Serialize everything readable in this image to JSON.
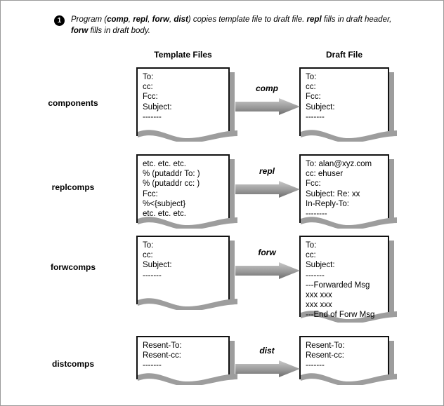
{
  "figure": {
    "caption": {
      "bullet": "1",
      "part1": "Program (",
      "prog1": "comp",
      "sep1": ", ",
      "prog2": "repl",
      "sep2": ", ",
      "prog3": "forw",
      "sep3": ", ",
      "prog4": "dist",
      "part2": ") copies template file to draft file. ",
      "prog5": "repl",
      "part3": " fills in draft header, ",
      "prog6": "forw",
      "part4": " fills in draft body."
    },
    "headers": {
      "template": "Template Files",
      "draft": "Draft File"
    },
    "colors": {
      "border": "#111111",
      "shadow": "#9d9d9d",
      "arrow_light": "#c9c9c9",
      "arrow_dark": "#6e6e6e",
      "frame": "#9a9a9a"
    },
    "rows": [
      {
        "label": "components",
        "arrow_label": "comp",
        "template_lines": [
          "To:",
          "cc:",
          "Fcc:",
          "Subject:",
          "-------"
        ],
        "draft_lines": [
          "To:",
          "cc:",
          "Fcc:",
          "Subject:",
          "-------"
        ]
      },
      {
        "label": "replcomps",
        "arrow_label": "repl",
        "template_lines": [
          "etc. etc. etc.",
          "% (putaddr To: )",
          "% (putaddr cc: )",
          "Fcc:",
          "%<{subject}",
          "etc. etc. etc."
        ],
        "draft_lines": [
          "To: alan@xyz.com",
          "cc: ehuser",
          "Fcc:",
          "Subject: Re: xx",
          "In-Reply-To:",
          "--------"
        ]
      },
      {
        "label": "forwcomps",
        "arrow_label": "forw",
        "template_lines": [
          "To:",
          "cc:",
          "Subject:",
          "-------"
        ],
        "draft_lines": [
          "To:",
          "cc:",
          "Subject:",
          "-------",
          "---Forwarded Msg",
          "xxx xxx",
          "xxx xxx",
          "---End of Forw Msg"
        ]
      },
      {
        "label": "distcomps",
        "arrow_label": "dist",
        "template_lines": [
          "Resent-To:",
          "Resent-cc:",
          "-------"
        ],
        "draft_lines": [
          "Resent-To:",
          "Resent-cc:",
          "-------"
        ]
      }
    ]
  }
}
